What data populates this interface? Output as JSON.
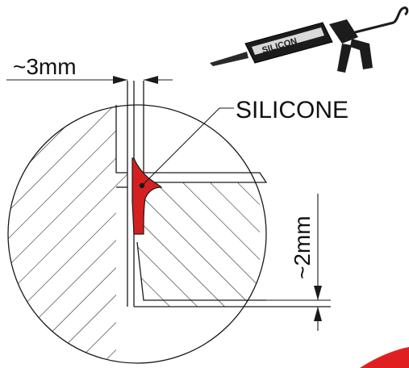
{
  "labels": {
    "gap_width": "~3mm",
    "sealant": "SILICONE",
    "step_height": "~2mm",
    "gun_brand": "SILICON"
  },
  "colors": {
    "sealant": "#d42020",
    "line": "#1a1a1a",
    "gun_body": "#1c1c1c",
    "gun_label": "#d9d9d9",
    "corner_mark": "#e02020"
  }
}
